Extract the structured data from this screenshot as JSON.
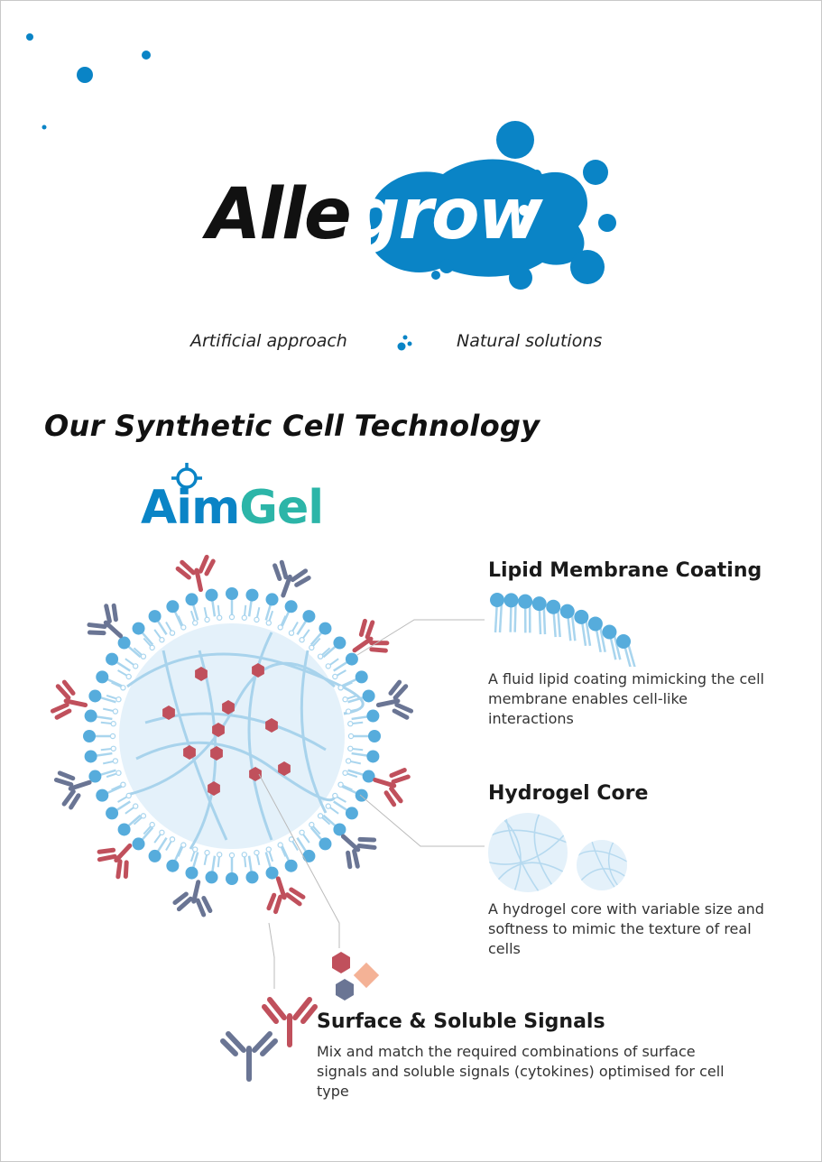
{
  "brand": {
    "logo_part1": "Alle",
    "logo_part2": "grow",
    "tagline_left": "Artificial approach",
    "tagline_right": "Natural solutions",
    "color_blue": "#0a84c6",
    "color_black": "#111111"
  },
  "section_title": "Our Synthetic Cell Technology",
  "product": {
    "logo_part1": "Aim",
    "logo_part2": "Gel",
    "icon": "crosshair-icon",
    "color_aim": "#0a84c6",
    "color_gel": "#2cb5a8"
  },
  "features": [
    {
      "title": "Lipid Membrane Coating",
      "description": "A fluid lipid coating mimicking the cell membrane enables cell-like interactions",
      "icon": "lipid-bilayer-icon"
    },
    {
      "title": "Hydrogel Core",
      "description": "A hydrogel core with variable size and softness to mimic the texture of real cells",
      "icon": "hydrogel-sphere-icon"
    },
    {
      "title": "Surface & Soluble Signals",
      "description": "Mix and match the required combinations of surface signals and soluble signals (cytokines) optimised for cell type",
      "icon": "antibody-icon"
    }
  ],
  "diagram": {
    "name": "synthetic-cell-diagram",
    "colors": {
      "lipid_head": "#56acdc",
      "lipid_tail": "#a9d5ee",
      "core_fill": "#e4f1fa",
      "gel_strand": "#a8d3ec",
      "cytokine": "#c0505c",
      "antibody_red": "#c0505c",
      "antibody_slate": "#6a7594",
      "peach": "#f4b296"
    }
  }
}
